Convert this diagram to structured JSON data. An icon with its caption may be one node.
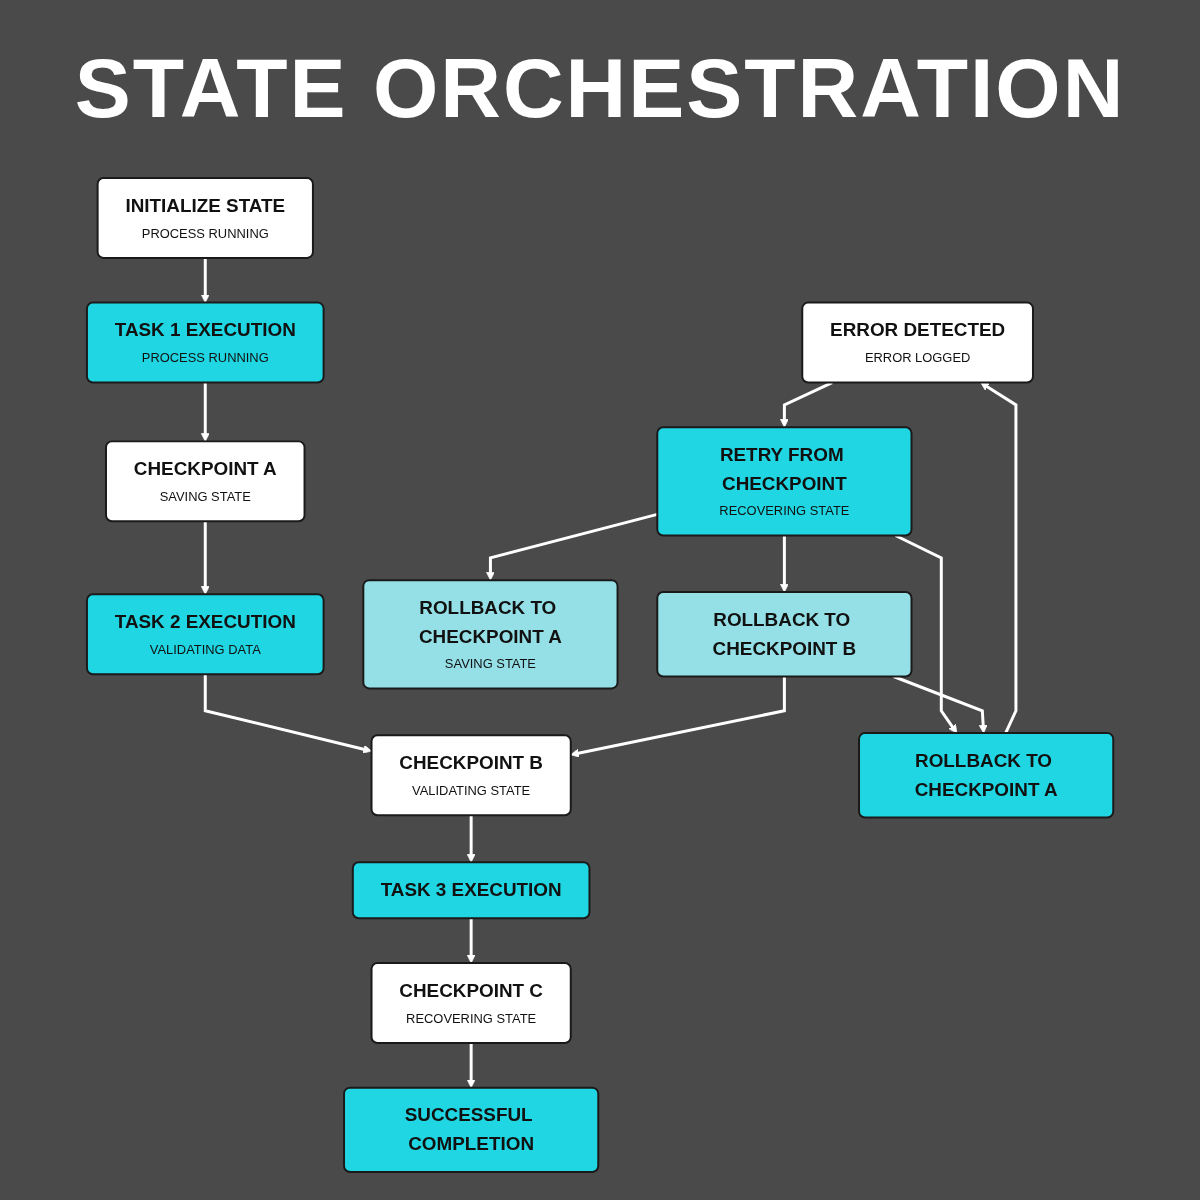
{
  "diagram": {
    "title": "STATE ORCHESTRATION",
    "nodes": [
      {
        "text": [
          "INITIALIZE STATE",
          "PROCESS RUNNING"
        ]
      },
      {
        "text": [
          "TASK 1 EXECUTION",
          "PROCESS RUNNING"
        ]
      },
      {
        "text": [
          "CHECKPOINT A",
          "SAVING STATE"
        ]
      },
      {
        "text": [
          "TASK 2 EXECUTION",
          "VALIDATING DATA"
        ]
      },
      {
        "text": [
          "CHECKPOINT B",
          "VALIDATING STATE"
        ]
      },
      {
        "text": [
          "TASK 3 EXECUTION"
        ]
      },
      {
        "text": [
          "CHECKPOINT C",
          "RECOVERING STATE"
        ]
      },
      {
        "text": [
          "SUCCESSFUL COMPLETION"
        ]
      },
      {
        "text": [
          "ERROR DETECTED",
          "ERROR LOGGED"
        ]
      },
      {
        "text": [
          "RETRY FROM CHECKPOINT",
          "RECOVERING STATE"
        ]
      },
      {
        "text": [
          "ROLLBACK TO CHECKPOINT A",
          "SAVING STATE"
        ]
      },
      {
        "text": [
          "ROLLBACK TO CHECKPOINT A"
        ]
      },
      {
        "text": [
          "ROLLBACK TO CHECKPOINT B"
        ]
      }
    ],
    "edges": [
      {
        "from": 0,
        "to": 1,
        "arrow": "to"
      },
      {
        "from": 1,
        "to": 2,
        "arrow": "to"
      },
      {
        "from": 2,
        "to": 3,
        "arrow": "to"
      },
      {
        "from": 3,
        "to": 4,
        "arrow": "to"
      },
      {
        "from": 4,
        "to": 5,
        "arrow": "to"
      },
      {
        "from": 5,
        "to": 6,
        "arrow": "to"
      },
      {
        "from": 6,
        "to": 7,
        "arrow": "to"
      },
      {
        "from": 8,
        "to": 9,
        "arrow": "to"
      },
      {
        "from": 9,
        "to": 10,
        "arrow": "to"
      },
      {
        "from": 9,
        "to": 11,
        "arrow": "to"
      },
      {
        "from": 9,
        "to": 12,
        "arrow": "to"
      },
      {
        "from": 12,
        "to": 11,
        "arrow": "to"
      },
      {
        "from": 11,
        "to": 8,
        "arrow": "to"
      },
      {
        "from": 12,
        "to": 4,
        "arrow": "to"
      }
    ]
  }
}
